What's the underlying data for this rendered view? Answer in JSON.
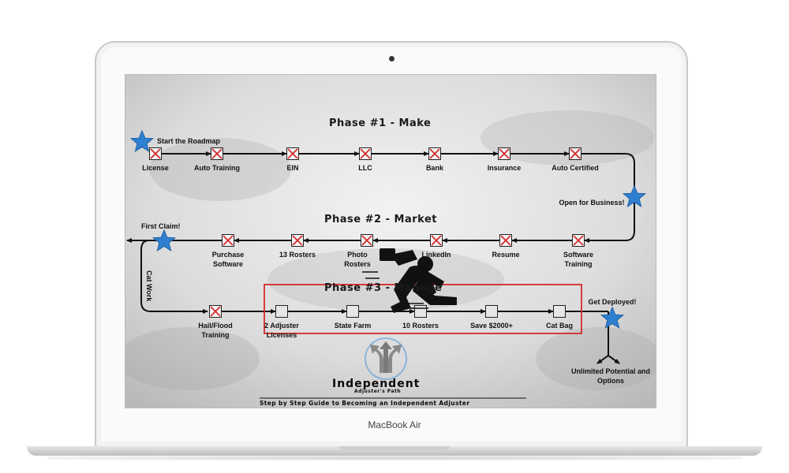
{
  "device": {
    "model_label": "MacBook Air"
  },
  "roadmap": {
    "start_label": "Start the Roadmap",
    "phase1": {
      "title": "Phase #1 - Make",
      "steps": [
        "License",
        "Auto Training",
        "EIN",
        "LLC",
        "Bank",
        "Insurance",
        "Auto Certified"
      ]
    },
    "open_label": "Open for Business!",
    "phase2": {
      "title": "Phase #2 - Market",
      "steps": [
        "Purchase Software",
        "13 Rosters",
        "Photo Rosters",
        "LinkedIn",
        "Resume",
        "Software Training"
      ]
    },
    "first_claim_label": "First Claim!",
    "cat_work_label": "Cat Work",
    "phase3": {
      "title": "Phase #3 - Manage",
      "steps": [
        "Hail/Flood Training",
        "2 Adjuster Licenses",
        "State Farm",
        "10 Rosters",
        "Save $2000+",
        "Cat Bag"
      ]
    },
    "get_deployed_label": "Get Deployed!",
    "unlimited_label": "Unlimited Potential and Options",
    "logo_title": "Independent",
    "logo_subtitle": "Adjuster's Path",
    "footer": "Step by Step Guide to Becoming an Independent Adjuster",
    "accent_blue": "#2f7fd1",
    "highlight_red": "#d42a2a"
  }
}
